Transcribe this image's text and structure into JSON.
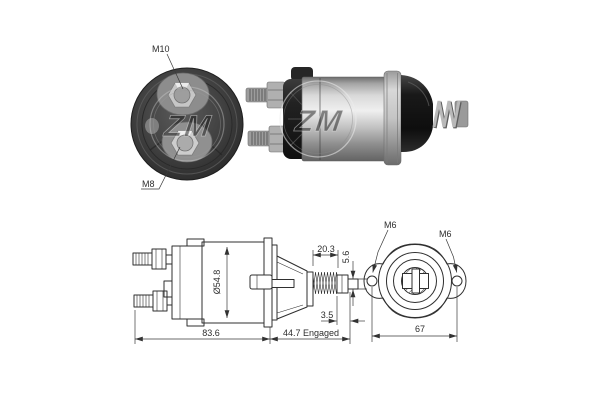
{
  "watermark_text": "ZM",
  "rear_view": {
    "top_terminal_label": "M10",
    "bottom_terminal_label": "M8"
  },
  "side_drawing": {
    "body_diameter": "Ø54.8",
    "spring_length": "20.3",
    "rod_height": "5.6",
    "tip_length": "3.5",
    "body_length": "83.6",
    "engaged_length": "44.7 Engaged"
  },
  "front_drawing": {
    "left_hole_label": "M6",
    "right_hole_label": "M6",
    "hole_spacing": "67"
  }
}
